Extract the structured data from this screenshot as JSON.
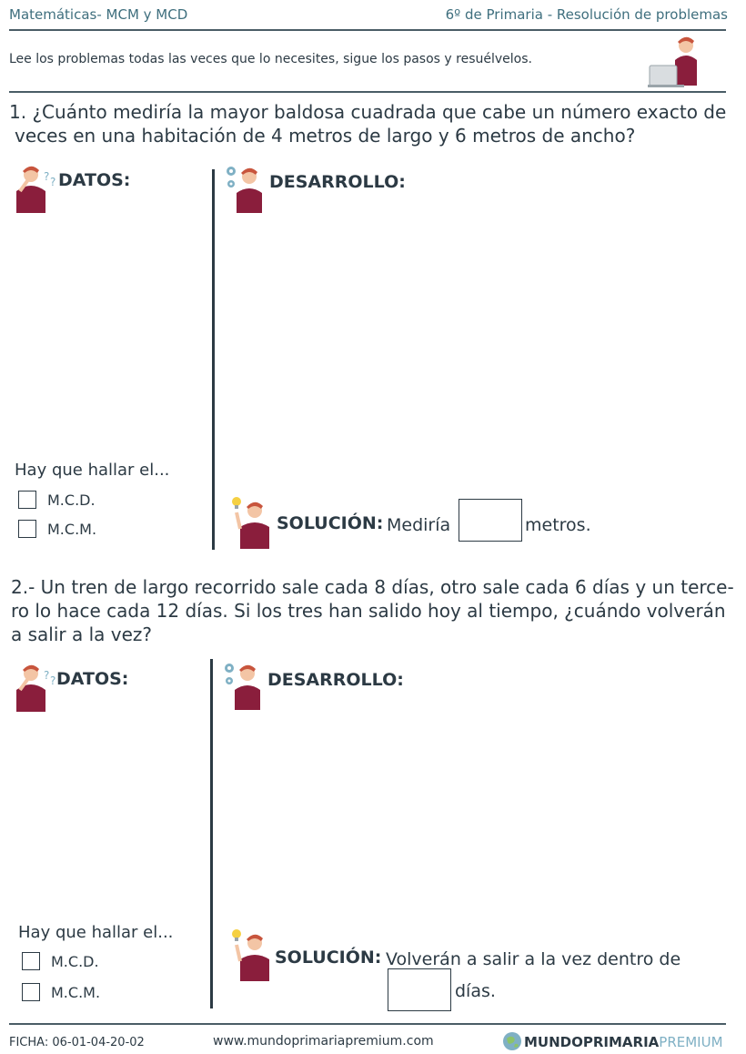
{
  "header": {
    "left": "Matemáticas- MCM y MCD",
    "right": "6º de Primaria - Resolución de problemas"
  },
  "intro": "Lee los problemas todas las veces que lo necesites, sigue los pasos y resuélvelos.",
  "problem1": {
    "line1": "1. ¿Cuánto mediría la mayor baldosa cuadrada que cabe un número exacto de",
    "line2": "veces en una habitación de 4 metros de largo y 6 metros de ancho?",
    "datos": "DATOS:",
    "desarrollo": "DESARROLLO:",
    "hay": "Hay que hallar el...",
    "opt1": "M.C.D.",
    "opt2": "M.C.M.",
    "sol_label": "SOLUCIÓN:",
    "sol_pre": "Mediría",
    "sol_post": "metros."
  },
  "problem2": {
    "line1": "2.- Un tren de largo recorrido sale cada 8 días, otro sale cada 6 días y un terce-",
    "line2": "ro lo hace cada 12 días. Si los tres han salido hoy al tiempo, ¿cuándo volverán",
    "line3": "a salir a la vez?",
    "datos": "DATOS:",
    "desarrollo": "DESARROLLO:",
    "hay": "Hay que hallar el...",
    "opt1": "M.C.D.",
    "opt2": "M.C.M.",
    "sol_label": "SOLUCIÓN:",
    "sol_pre": "Volverán a salir a la vez dentro de",
    "sol_post": "días."
  },
  "footer": {
    "ficha": "FICHA:  06-01-04-20-02",
    "url": "www.mundoprimariapremium.com",
    "brand_mundo": "MUNDO",
    "brand_primaria": "PRIMARIA",
    "brand_premium": "PREMIUM"
  },
  "colors": {
    "header_teal": "#3f6f7e",
    "text_dark": "#2c3a44",
    "character_hair": "#c8553d",
    "character_shirt": "#8a1e3c",
    "brand_blue": "#2c3a44",
    "brand_light": "#7fb0c4"
  }
}
